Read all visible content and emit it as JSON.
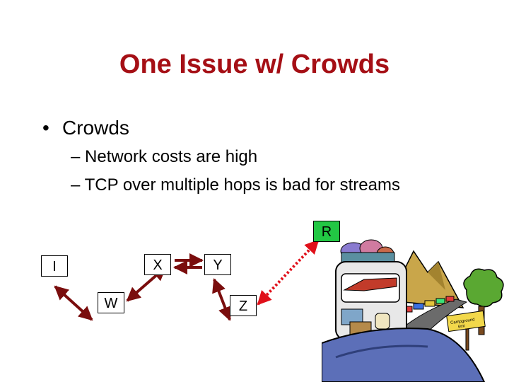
{
  "slide": {
    "title": "One Issue w/ Crowds",
    "bullet": "Crowds",
    "subbullets": [
      "– Network costs are high",
      "– TCP over multiple hops is bad for streams"
    ]
  },
  "nodes": {
    "R": "R",
    "I": "I",
    "X": "X",
    "Y": "Y",
    "W": "W",
    "Z": "Z"
  },
  "colors": {
    "title": "#a50f15",
    "arrow": "#7a0d0d",
    "dotted": "#e0101a",
    "node_r": "#22c744"
  },
  "illustration": {
    "sign_text": "Campground 6mi"
  }
}
